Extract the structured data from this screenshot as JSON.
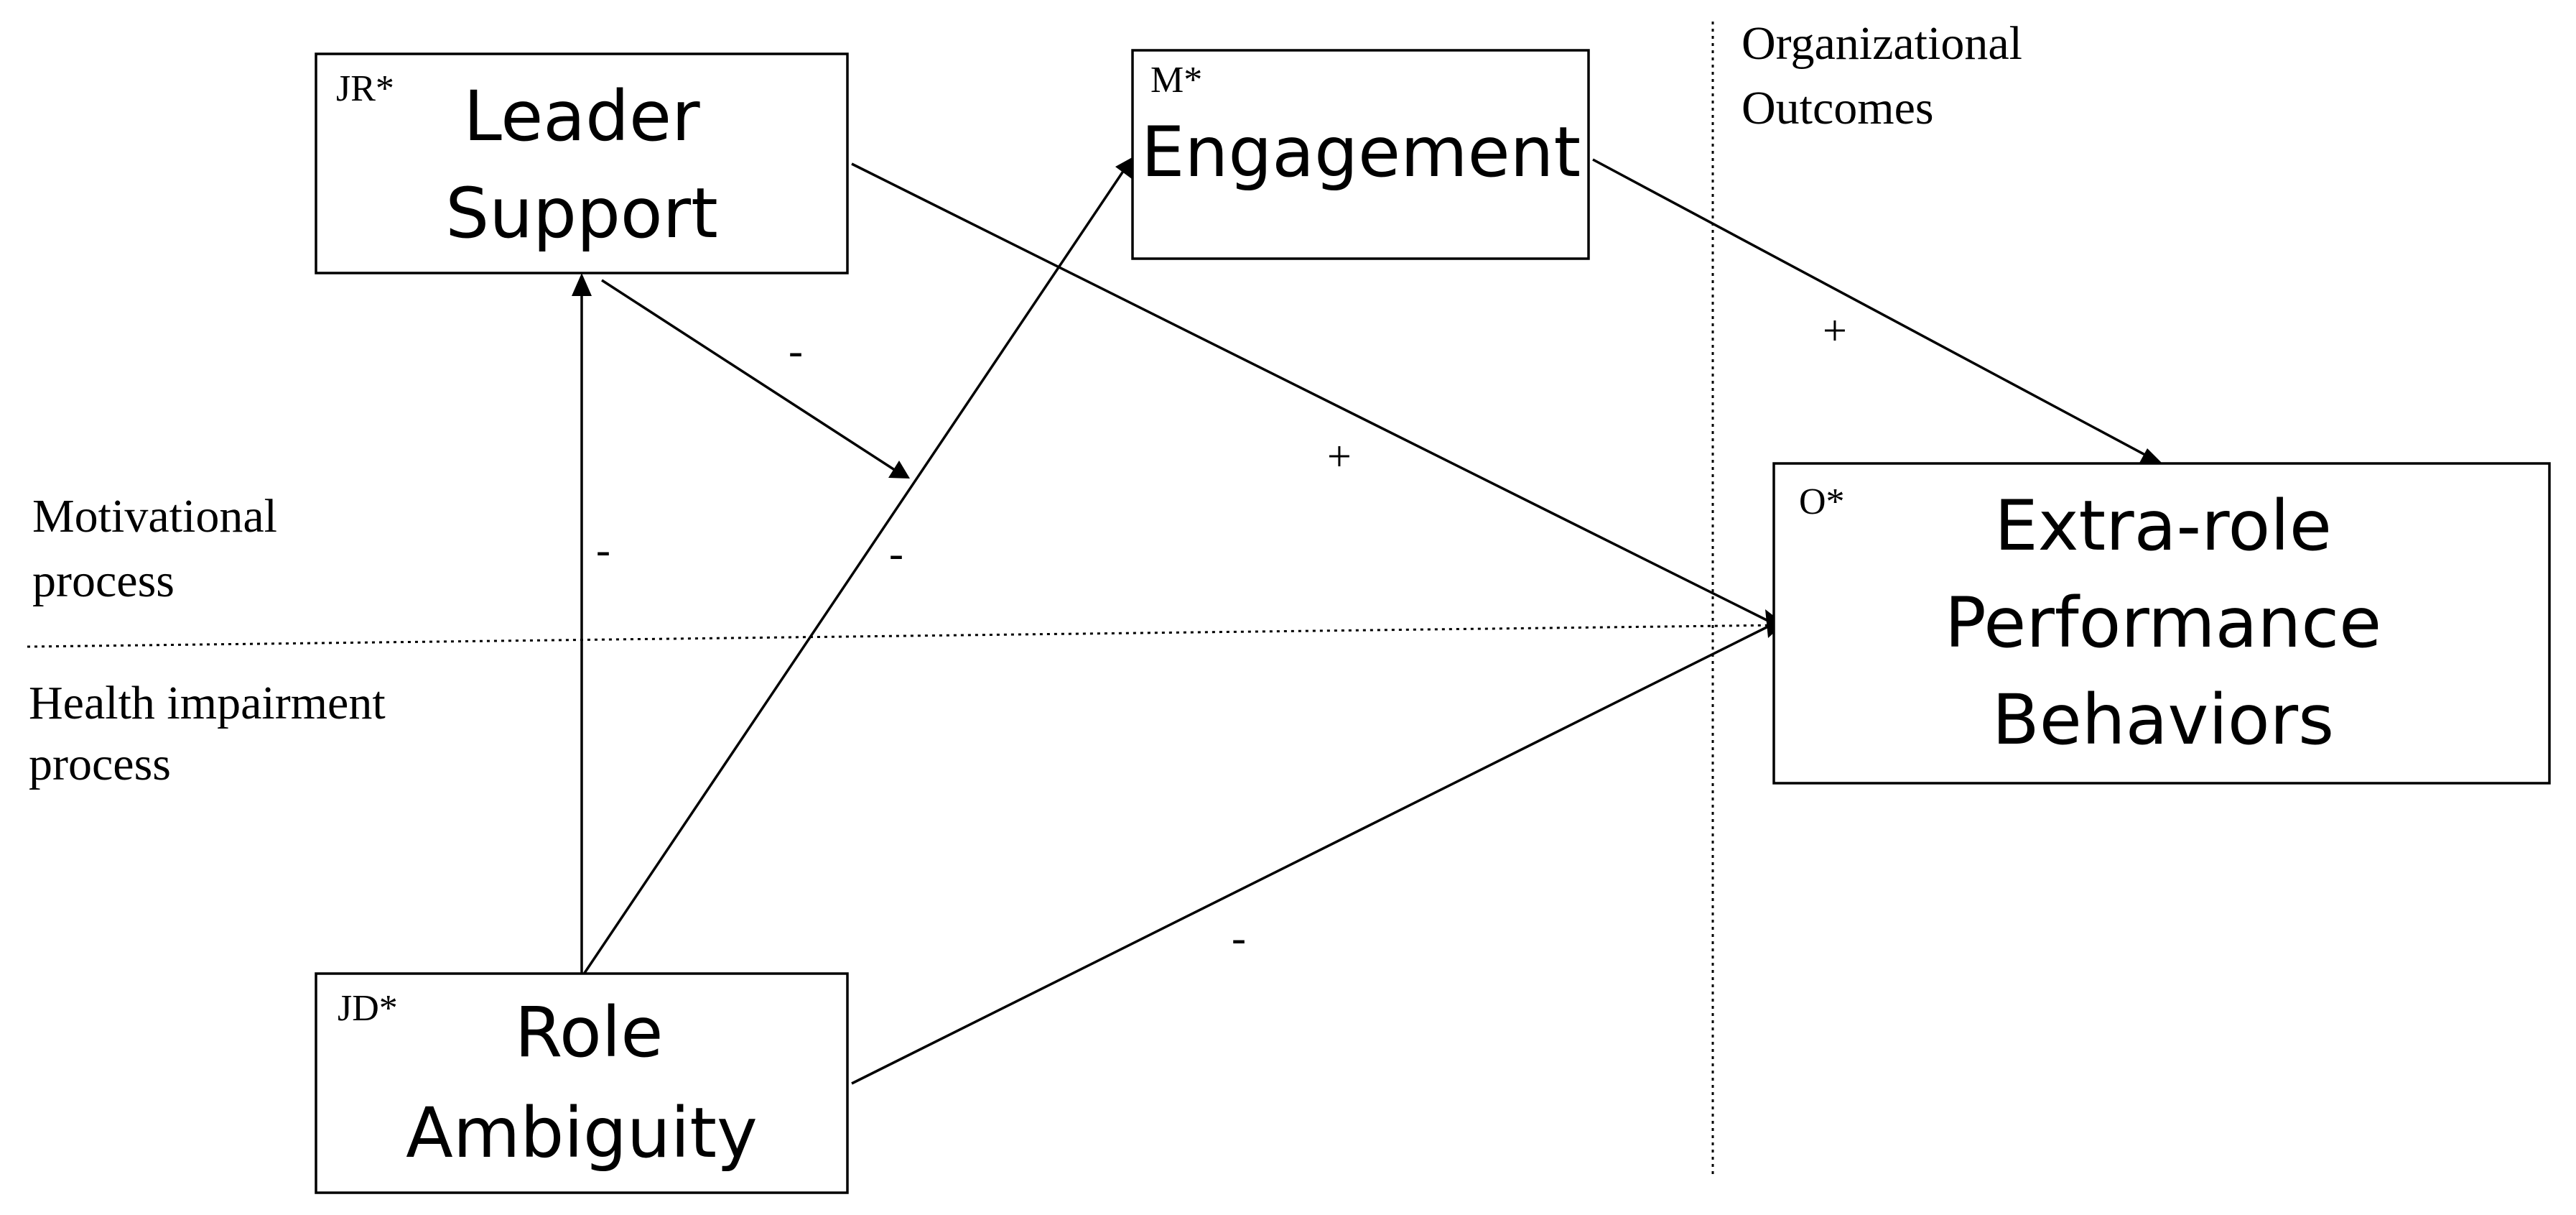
{
  "boxes": {
    "leader_support": {
      "tag": "JR*",
      "lines": [
        "Leader",
        "Support"
      ]
    },
    "engagement": {
      "tag": "M*",
      "lines": [
        "Engagement"
      ]
    },
    "role_ambiguity": {
      "tag": "JD*",
      "lines": [
        "Role",
        "Ambiguity"
      ]
    },
    "extra_role": {
      "tag": "O*",
      "lines": [
        "Extra-role",
        "Performance",
        "Behaviors"
      ]
    }
  },
  "regions": {
    "organizational": [
      "Organizational",
      "Outcomes"
    ],
    "motivational": [
      "Motivational",
      "process"
    ],
    "health": [
      "Health impairment",
      "process"
    ]
  },
  "signs": {
    "leader_to_moderation": "-",
    "leader_to_outcome": "+",
    "engagement_to_outcome": "+",
    "role_to_leader": "-",
    "role_to_engagement": "-",
    "role_to_outcome": "-"
  }
}
